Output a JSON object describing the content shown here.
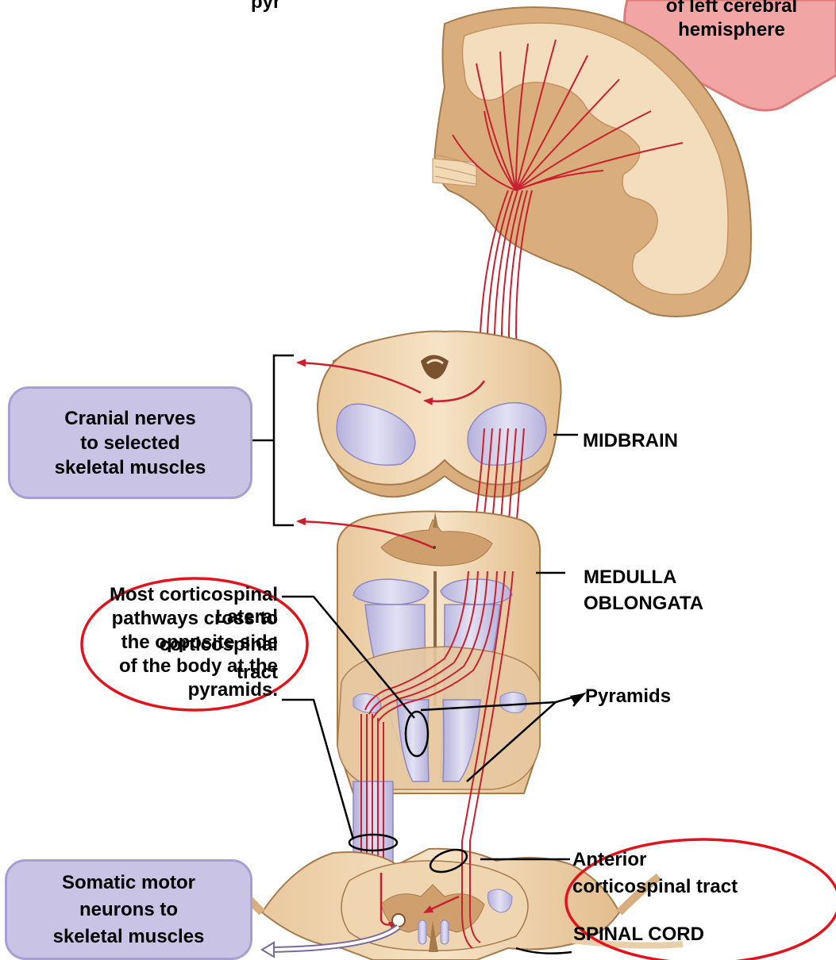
{
  "labels": {
    "top_partial": "pyr",
    "cortex_line1": "of left cerebral",
    "cortex_line2": "hemisphere",
    "cranial_line1": "Cranial nerves",
    "cranial_line2": "to selected",
    "cranial_line3": "skeletal muscles",
    "midbrain": "MIDBRAIN",
    "medulla_line1": "MEDULLA",
    "medulla_line2": "OBLONGATA",
    "cross_line1": "Most corticospinal",
    "cross_line2": "pathways cross to",
    "cross_line3": "the opposite side",
    "cross_line4": "of the body at the",
    "cross_line5": "pyramids.",
    "lateral_line1": "Lateral",
    "lateral_line2": "corticospinal",
    "lateral_line3": "tract",
    "pyramids": "Pyramids",
    "anterior_line1": "Anterior",
    "anterior_line2": "corticospinal tract",
    "somatic_line1": "Somatic motor",
    "somatic_line2": "neurons to",
    "somatic_line3": "skeletal muscles",
    "spinal_cord": "SPINAL CORD"
  },
  "colors": {
    "tissue": "#f1d9b6",
    "tissue_dark": "#d9ad7c",
    "gray_matter": "#cfa06e",
    "tract": "#c9c6e4",
    "fiber": "#c8202f",
    "cortex_box": "#f2a5a5",
    "callout_box": "#c9c4e6",
    "highlight_ring": "#e0141c"
  }
}
